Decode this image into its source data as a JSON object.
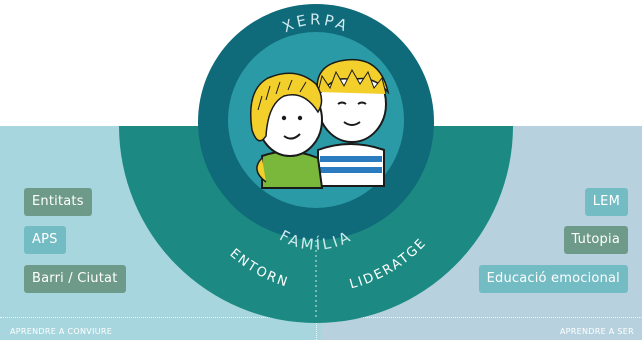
{
  "title": "XERPA",
  "center_label": "FAMÍLIA",
  "arc_left": "ENTORN",
  "arc_right": "LIDERATGE",
  "left_items": [
    "Entitats",
    "APS",
    "Barri / Ciutat"
  ],
  "right_items": [
    "LEM",
    "Tutopia",
    "Educació emocional"
  ],
  "footer_left": "APRENDRE A CONVIURE",
  "footer_right": "APRENDRE A SER",
  "colors": {
    "outer_ring": "#0f6b79",
    "inner_disc": "#2a9ba6",
    "semicircle": "#1c8a82",
    "panel_left": "#a8d6de",
    "panel_right": "#b7d2de",
    "tag_dark": "#6e9a8a",
    "tag_teal": "#74bcc4"
  },
  "icons": [
    "two-children-illustration"
  ]
}
